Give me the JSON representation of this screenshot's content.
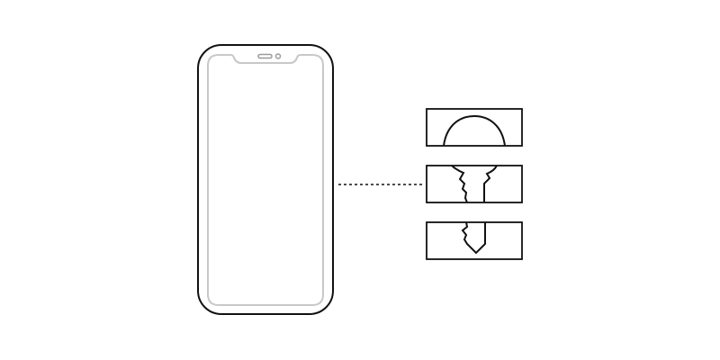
{
  "colors": {
    "background": "#ffffff",
    "stroke": "#111111",
    "screen_outline": "#c8c8c8",
    "earpiece": "#9a9a9a"
  },
  "diagram": {
    "device": "smartphone-outline",
    "connector": "dotted-line",
    "layers": [
      {
        "name": "dome-top",
        "icon": "key-head-dome-icon"
      },
      {
        "name": "key-neck",
        "icon": "key-neck-icon"
      },
      {
        "name": "key-tip",
        "icon": "key-tip-icon"
      }
    ]
  }
}
